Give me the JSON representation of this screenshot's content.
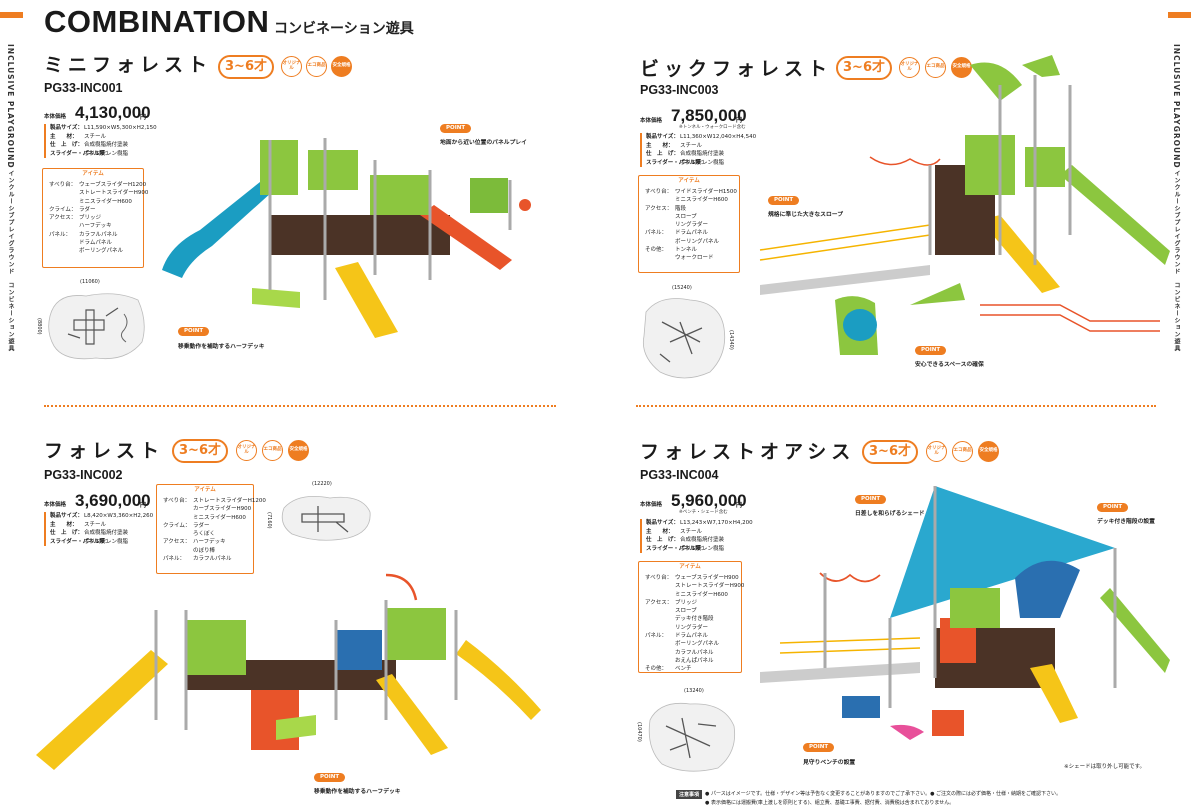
{
  "header": {
    "title": "COMBINATION",
    "subtitle": "コンビネーション遊具"
  },
  "side": {
    "en": "INCLUSIVE PLAYGROUND",
    "jp": "インクルーシブプレイグラウンド　コンビネーション遊具"
  },
  "badges": [
    "オリジナル",
    "エコ商品",
    "安全規格"
  ],
  "age": "3~6才",
  "price_label": "本体価格",
  "yen": "円",
  "items_header": "アイテム",
  "point_label": "POINT",
  "spec_keys": [
    "製品サイズ：",
    "主　　材：",
    "仕　上　げ：",
    "スライダー・パネル類："
  ],
  "products": [
    {
      "name": "ミニフォレスト",
      "code": "PG33-INC001",
      "price": "4,130,000",
      "price_note": "",
      "spec": [
        "L11,590×W5,300×H2,150",
        "スチール",
        "合成樹脂焼付塗装",
        "ポリエチレン樹脂"
      ],
      "items": [
        {
          "k": "すべり台：",
          "v": [
            "ウェーブスライダーH1200",
            "ストレートスライダーH900",
            "ミニスライダーH600"
          ]
        },
        {
          "k": "クライム：",
          "v": [
            "ラダー"
          ]
        },
        {
          "k": "アクセス：",
          "v": [
            "ブリッジ",
            "ハーフデッキ"
          ]
        },
        {
          "k": "パネル：",
          "v": [
            "カラフルパネル",
            "ドラムパネル",
            "ボーリングパネル"
          ]
        }
      ],
      "plan_w": "(11060)",
      "plan_h": "(8800)",
      "points": [
        "地面から近い位置のパネルプレイ",
        "移乗動作を補助するハーフデッキ"
      ]
    },
    {
      "name": "ビックフォレスト",
      "code": "PG33-INC003",
      "price": "7,850,000",
      "price_note": "※トンネル・ウォークロード含む",
      "spec": [
        "L11,360×W12,040×H4,540",
        "スチール",
        "合成樹脂焼付塗装",
        "ポリエチレン樹脂"
      ],
      "items": [
        {
          "k": "すべり台：",
          "v": [
            "ワイドスライダーH1500",
            "ミニスライダーH600"
          ]
        },
        {
          "k": "アクセス：",
          "v": [
            "階段",
            "スロープ",
            "リングラダー"
          ]
        },
        {
          "k": "パネル：",
          "v": [
            "ドラムパネル",
            "ボーリングパネル"
          ]
        },
        {
          "k": "その他：",
          "v": [
            "トンネル",
            "ウォークロード"
          ]
        }
      ],
      "plan_w": "(15240)",
      "plan_h": "(14340)",
      "points": [
        "規格に準じた大きなスロープ",
        "安心できるスペースの確保"
      ]
    },
    {
      "name": "フォレスト",
      "code": "PG33-INC002",
      "price": "3,690,000",
      "price_note": "",
      "spec": [
        "L8,420×W3,360×H2,260",
        "スチール",
        "合成樹脂焼付塗装",
        "ポリエチレン樹脂"
      ],
      "items": [
        {
          "k": "すべり台：",
          "v": [
            "ストレートスライダーH1200",
            "カーブスライダーH900",
            "ミニスライダーH600"
          ]
        },
        {
          "k": "クライム：",
          "v": [
            "ラダー",
            "ろくぼく"
          ]
        },
        {
          "k": "アクセス：",
          "v": [
            "ハーフデッキ",
            "のぼり棒"
          ]
        },
        {
          "k": "パネル：",
          "v": [
            "カラフルパネル"
          ]
        }
      ],
      "plan_w": "(12220)",
      "plan_h": "(7160)",
      "points": [
        "移乗動作を補助するハーフデッキ"
      ]
    },
    {
      "name": "フォレストオアシス",
      "code": "PG33-INC004",
      "price": "5,960,000",
      "price_note": "※ベンチ・シェード含む",
      "spec": [
        "L13,243×W7,170×H4,200",
        "スチール",
        "合成樹脂焼付塗装",
        "ポリエチレン樹脂"
      ],
      "items": [
        {
          "k": "すべり台：",
          "v": [
            "ウェーブスライダーH900",
            "ストレートスライダーH900",
            "ミニスライダーH600"
          ]
        },
        {
          "k": "アクセス：",
          "v": [
            "ブリッジ",
            "スロープ",
            "デッキ付き階段",
            "リングラダー"
          ]
        },
        {
          "k": "パネル：",
          "v": [
            "ドラムパネル",
            "ボーリングパネル",
            "カラフルパネル",
            "おえんぱパネル"
          ]
        },
        {
          "k": "その他：",
          "v": [
            "ベンチ"
          ]
        }
      ],
      "plan_w": "(13240)",
      "plan_h": "(10470)",
      "points": [
        "日差しを和らげるシェード",
        "デッキ付き階段の設置",
        "見守りベンチの設置"
      ],
      "shade_note": "※シェードは取り外し可能です。"
    }
  ],
  "footer": {
    "label": "注意事項",
    "lines": [
      "● パースはイメージです。仕様・デザイン等は予告なく変更することがありますのでご了承下さい。● ご注文の際には必ず価格・仕様・納期をご確認下さい。",
      "● 表示価格には運搬費(車上渡しを原則とする)、組立費、基礎工事費、据付費、消費税は含まれておりません。"
    ]
  },
  "colors": {
    "accent": "#ee7d21",
    "green": "#8cc63f",
    "orange_slide": "#e8542a",
    "yellow_slide": "#f5c518",
    "blue_slide": "#1b9dc2",
    "shade": "#2aa8cf"
  }
}
